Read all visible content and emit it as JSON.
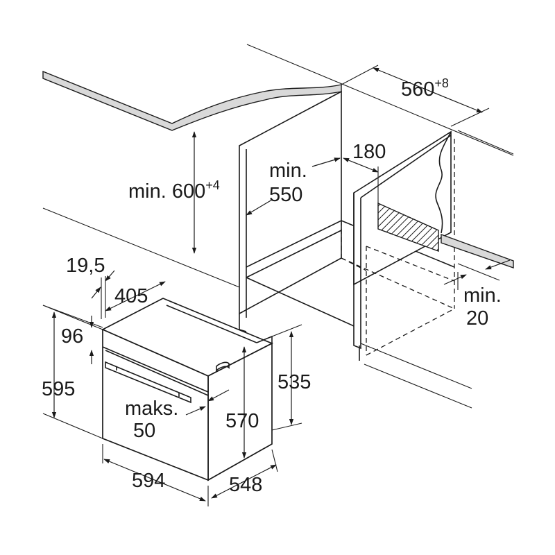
{
  "labels": {
    "niche_width": "560",
    "niche_width_sup": "+8",
    "niche_depth_lead": "min.",
    "niche_depth": "550",
    "vent_width": "180",
    "niche_height": "min. 600",
    "niche_height_sup": "+4",
    "gap_lead": "min.",
    "gap_value": "20",
    "panel_thickness": "19,5",
    "oven_depth_body": "405",
    "control_panel_height": "96",
    "oven_height": "595",
    "handle_lead": "maks.",
    "handle_value": "50",
    "body_height_front": "570",
    "body_height_side": "535",
    "oven_width": "594",
    "oven_depth": "548"
  }
}
